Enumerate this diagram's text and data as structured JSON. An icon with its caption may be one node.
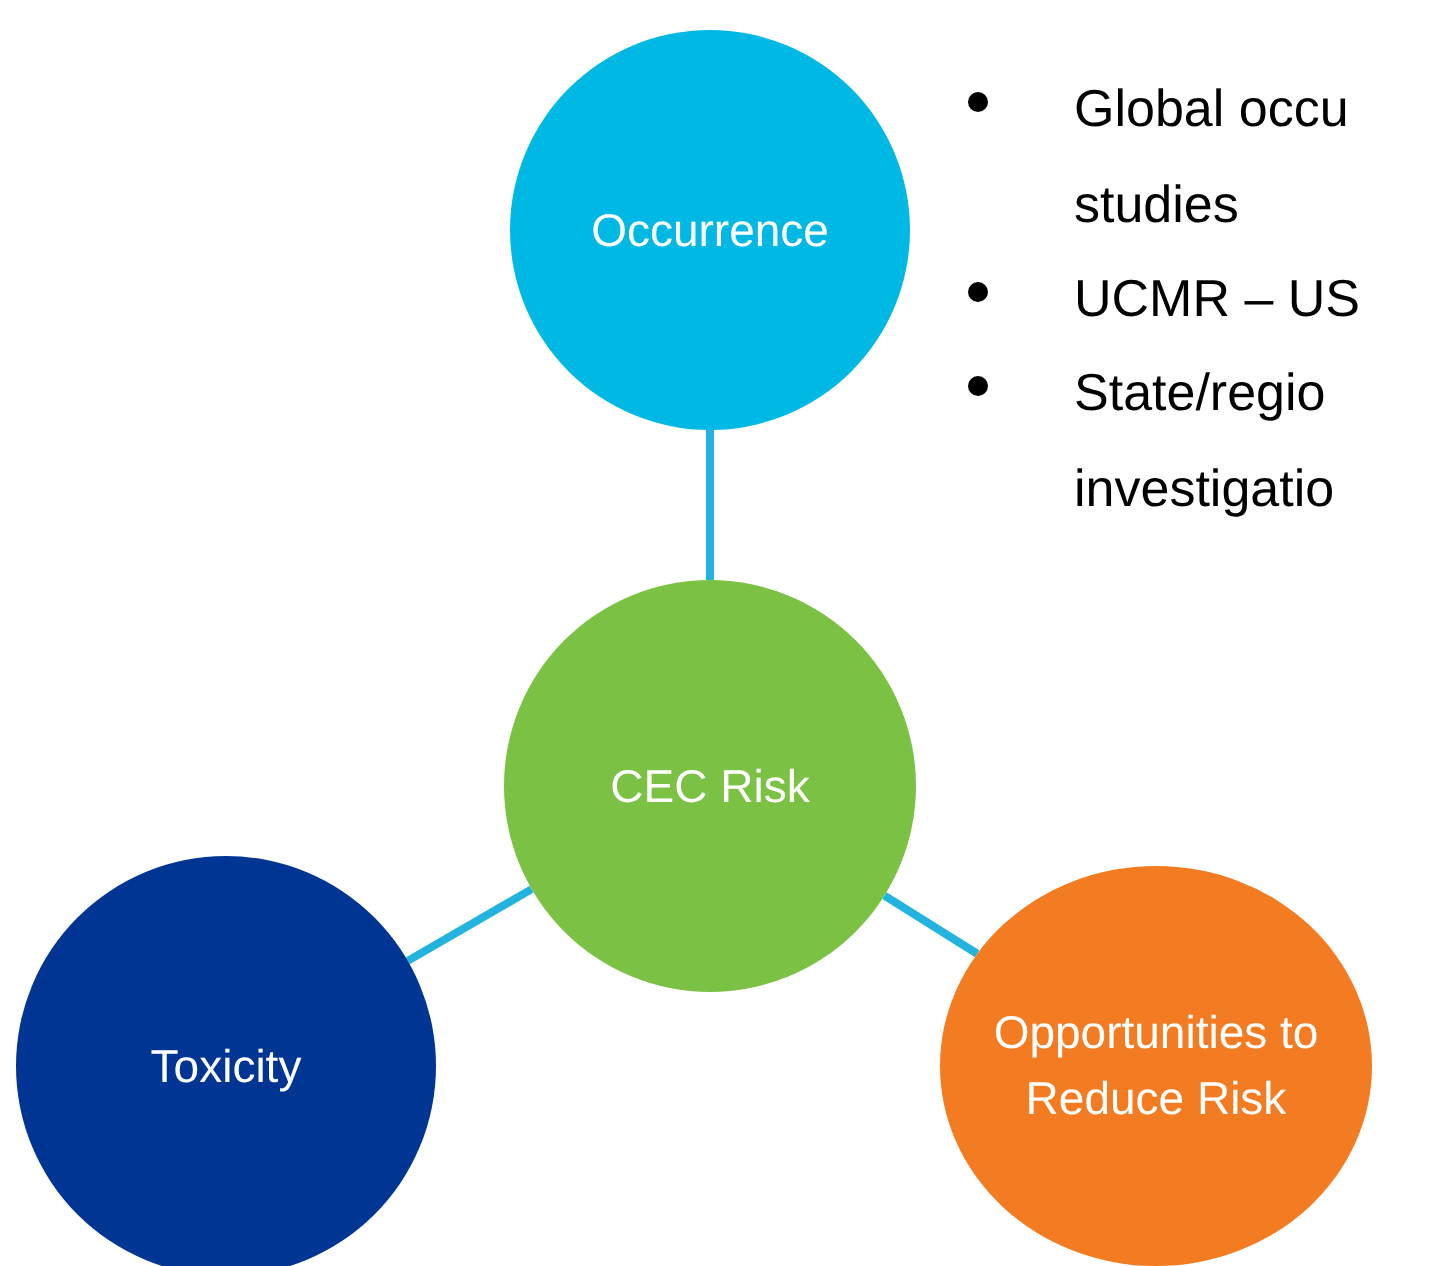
{
  "diagram": {
    "nodes": [
      {
        "text": [
          "Occurrence"
        ]
      },
      {
        "text": [
          "CEC Risk"
        ]
      },
      {
        "text": [
          "Toxicity"
        ]
      },
      {
        "text": [
          "Opportunities to Reduce Risk"
        ]
      }
    ],
    "edges": [
      {
        "from": 1,
        "to": 0,
        "arrow": "none"
      },
      {
        "from": 1,
        "to": 2,
        "arrow": "none"
      },
      {
        "from": 1,
        "to": 3,
        "arrow": "none"
      }
    ],
    "labels": [
      "Global occu studies",
      "UCMR – US",
      "State/regio investigatio"
    ]
  }
}
